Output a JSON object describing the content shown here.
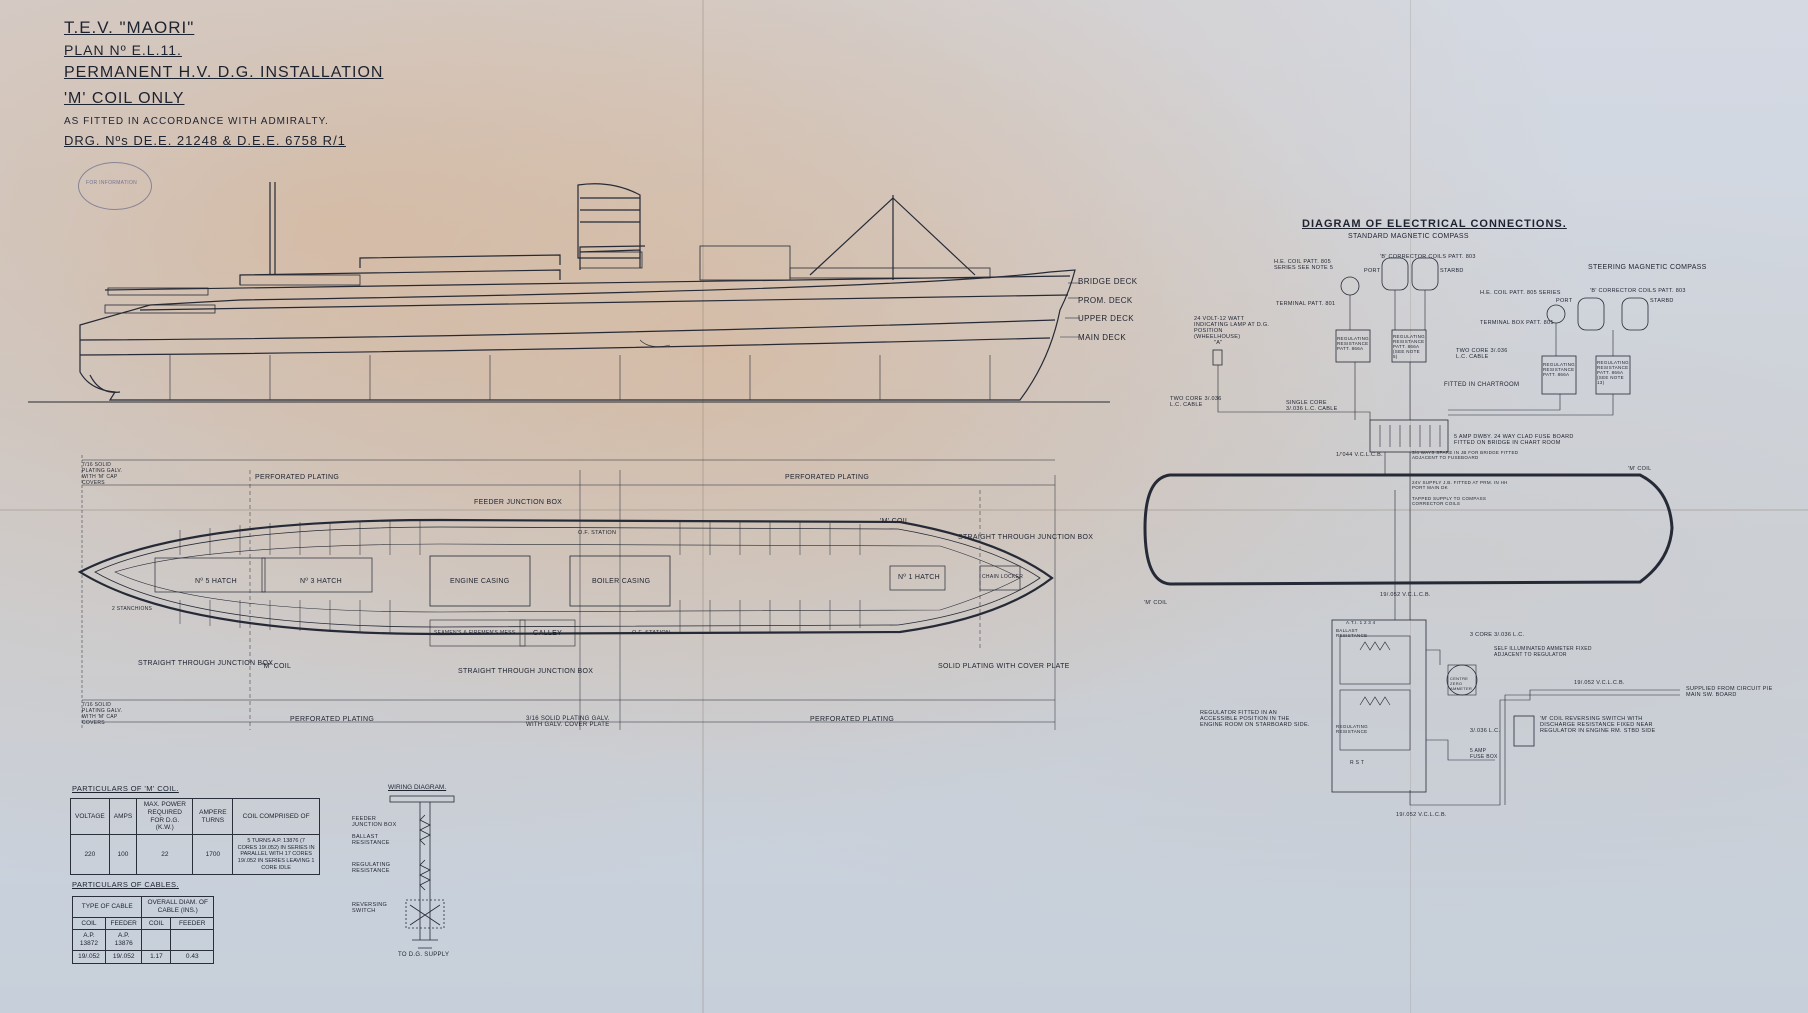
{
  "title_block": {
    "line1": "T.E.V. \"MAORI\"",
    "line2": "PLAN Nº E.L.11.",
    "line3": "PERMANENT H.V. D.G. INSTALLATION",
    "line4": "'M' COIL ONLY",
    "line5": "AS FITTED IN ACCORDANCE WITH ADMIRALTY.",
    "line6": "DRG. Nºs DE.E. 21248 & D.E.E. 6758 R/1"
  },
  "deck_labels": [
    "BRIDGE DECK",
    "PROM. DECK",
    "UPPER DECK",
    "MAIN DECK"
  ],
  "plan_labels": {
    "perforated_top_left": "PERFORATED PLATING",
    "perforated_top_right": "PERFORATED PLATING",
    "perforated_bot_left": "PERFORATED PLATING",
    "perforated_bot_right": "PERFORATED PLATING",
    "feeder_jb": "FEEDER JUNCTION BOX",
    "m_coil": "'M' COIL",
    "straight_jb_right": "STRAIGHT THROUGH JUNCTION BOX",
    "straight_jb_left": "STRAIGHT THROUGH JUNCTION BOX",
    "straight_jb_mid": "STRAIGHT THROUGH JUNCTION BOX",
    "m_coil_bottom": "'M' COIL",
    "solid_plating": "SOLID PLATING WITH COVER PLATE",
    "engine_casing": "ENGINE CASING",
    "boiler_casing": "BOILER CASING",
    "galley": "GALLEY",
    "mess": "SEAMEN'S & FIREMEN'S MESS",
    "no5_hatch": "Nº 5 HATCH",
    "no3_hatch": "Nº 3 HATCH",
    "no1_hatch": "Nº 1 HATCH",
    "chain_locker": "CHAIN LOCKER",
    "of_station_top": "O.F. STATION",
    "of_station_bot": "O.F. STATION",
    "solid_galv_top": "7/16 SOLID PLATING GALV. WITH 'M' CAP COVERS",
    "solid_galv_bot": "7/16 SOLID PLATING GALV. WITH 'M' CAP COVERS",
    "solid_center": "3/16 SOLID PLATING GALV. WITH GALV. COVER PLATE",
    "stanchion": "2 STANCHIONS"
  },
  "electrical": {
    "title": "DIAGRAM OF ELECTRICAL CONNECTIONS.",
    "subtitle": "STANDARD MAGNETIC COMPASS",
    "steering": "STEERING MAGNETIC COMPASS",
    "he_coil": "H.E. COIL PATT. 805 SERIES SEE NOTE 5",
    "b_corr_1": "'B' CORRECTOR COILS PATT. 803",
    "b_corr_2": "'B' CORRECTOR COILS PATT. 803",
    "port_1": "PORT",
    "stbd_1": "STARBD",
    "port_2": "PORT",
    "stbd_2": "STARBD",
    "terminal_1": "TERMINAL PATT. 801",
    "terminal_2": "TERMINAL BOX PATT. 801",
    "he_coil_2": "H.E. COIL PATT. 805 SERIES",
    "lamp": "24 VOLT-12 WATT INDICATING LAMP AT D.G. POSITION (WHEELHOUSE)",
    "reg_res_1": "REGULATING RESISTANCE PATT. 866A",
    "reg_res_2": "REGULATING RESISTANCE PATT. 866A (SEE NOTE 5)",
    "reg_res_3": "REGULATING RESISTANCE PATT. 866A",
    "reg_res_4": "REGULATING RESISTANCE PATT. 866A (SEE NOTE 13)",
    "two_core": "TWO CORE 3/.036 L.C. CABLE",
    "fitted_chart": "FITTED IN CHARTROOM",
    "two_core_left": "TWO CORE 3/.036 L.C. CABLE",
    "single_core": "SINGLE CORE 3/.036 L.C. CABLE",
    "fuse_board": "5 AMP DWBY. 24 WAY CLAD FUSE BOARD FITTED ON BRIDGE IN CHART ROOM",
    "vc": "1/'044 V.C.L.C.B.",
    "spare_ways": "3/4 WAYS SPARE IN JB FOR BRIDGE FITTED ADJACENT TO FUSEBOARD",
    "supply_jb": "24V SUPPLY J.B. FITTED AT PRM. IN HH PORT MAIN DK",
    "tapped": "TAPPED SUPPLY TO COMPASS CORRECTOR COILS",
    "m_coil_right": "'M' COIL",
    "m_coil_left": "'M' COIL",
    "vcb_mid": "19/.052 V.C.L.C.B.",
    "ballast": "BALLAST RESISTANCE",
    "reg_bottom": "REGULATING RESISTANCE",
    "core_3": "3 CORE 3/.036 L.C.",
    "ammeter": "SELF ILLUMINATED AMMETER FIXED ADJACENT TO REGULATOR",
    "centre_zero": "CENTRE ZERO AMMETER",
    "regulator": "REGULATOR FITTED IN AN ACCESSIBLE POSITION IN THE ENGINE ROOM ON STARBOARD SIDE.",
    "vcb_right": "19/.052 V.C.L.C.B.",
    "supplied": "SUPPLIED FROM CIRCUIT PIE MAIN SW. BOARD",
    "reversing": "'M' COIL REVERSING SWITCH WITH DISCHARGE RESISTANCE FIXED NEAR REGULATOR IN ENGINE RM. STBD SIDE",
    "lc_cable": "3/.036 L.C.",
    "amp_fuse": "5 AMP FUSE BOX",
    "vcb_bot": "19/.052 V.C.L.C.B.",
    "coil_num": "R S T",
    "amps_small": "A.T.I. 1 2 3 4",
    "a_label": "\"A\""
  },
  "particulars_coil": {
    "title": "PARTICULARS OF 'M' COIL.",
    "headers": [
      "VOLTAGE",
      "AMPS",
      "MAX. POWER REQUIRED FOR D.G. (K.W.)",
      "AMPERE TURNS",
      "COIL COMPRISED OF"
    ],
    "row": [
      "220",
      "100",
      "22",
      "1700",
      "5 TURNS A.P. 13876 (7 CORES 19/.052) IN SERIES IN PARALLEL WITH 17 CORES 19/.052 IN SERIES LEAVING 1 CORE IDLE"
    ]
  },
  "particulars_cables": {
    "title": "PARTICULARS OF CABLES.",
    "h_type": "TYPE OF CABLE",
    "h_diam": "OVERALL DIAM. OF CABLE (INS.)",
    "sub": [
      "COIL",
      "FEEDER",
      "COIL",
      "FEEDER"
    ],
    "row1": [
      "A.P. 13872",
      "A.P. 13876",
      "",
      ""
    ],
    "row2": [
      "19/.052",
      "19/.052",
      "1.17",
      "0.43"
    ]
  },
  "wiring": {
    "title": "WIRING DIAGRAM.",
    "feeder": "FEEDER JUNCTION BOX",
    "ballast": "BALLAST RESISTANCE",
    "regulating": "REGULATING RESISTANCE",
    "reversing": "REVERSING SWITCH",
    "supply": "TO D.G. SUPPLY"
  },
  "stamp": "FOR INFORMATION"
}
